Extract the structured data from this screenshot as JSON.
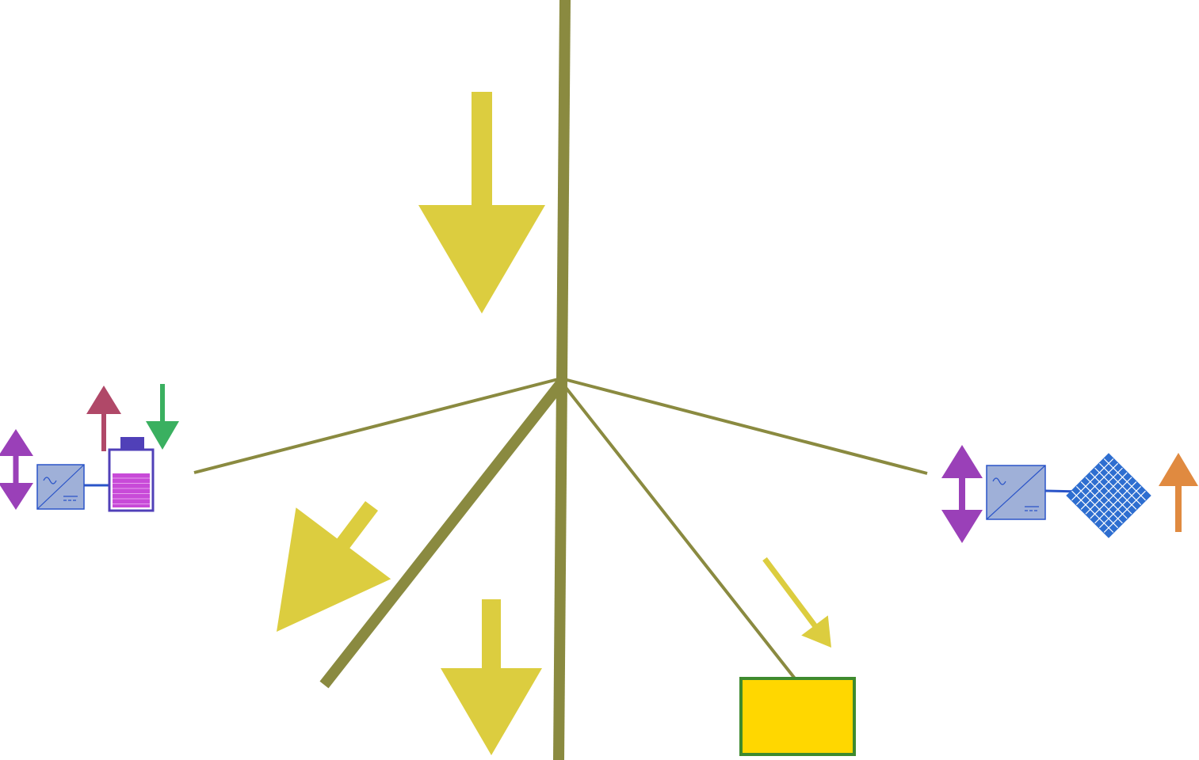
{
  "diagram": {
    "background": "#ffffff",
    "colors": {
      "bus_line": "#8a8a40",
      "power_flow_arrow": "#dccd3f",
      "load_fill": "#ffd700",
      "load_border": "#3e8a2e",
      "converter_fill": "#9fb0d8",
      "converter_stroke": "#2a54c8",
      "link_line": "#2a54c8",
      "battery_fill": "#c84ad8",
      "battery_outline": "#5040b8",
      "bidirectional_arrow": "#9a40b8",
      "discharge_arrow": "#b04868",
      "charge_arrow": "#3ab060",
      "pv_panel": "#2e6ed0",
      "generation_arrow": "#e08a40"
    },
    "components": [
      {
        "id": "grid-feeder",
        "icon": "bus-line-icon"
      },
      {
        "id": "battery-storage",
        "icon": "battery-icon"
      },
      {
        "id": "battery-inverter",
        "icon": "ac-dc-converter-icon"
      },
      {
        "id": "pv-array",
        "icon": "solar-panel-icon"
      },
      {
        "id": "pv-inverter",
        "icon": "ac-dc-converter-icon"
      },
      {
        "id": "load",
        "icon": "load-box-icon"
      },
      {
        "id": "flow-arrows",
        "icon": "arrow-icon"
      }
    ]
  }
}
